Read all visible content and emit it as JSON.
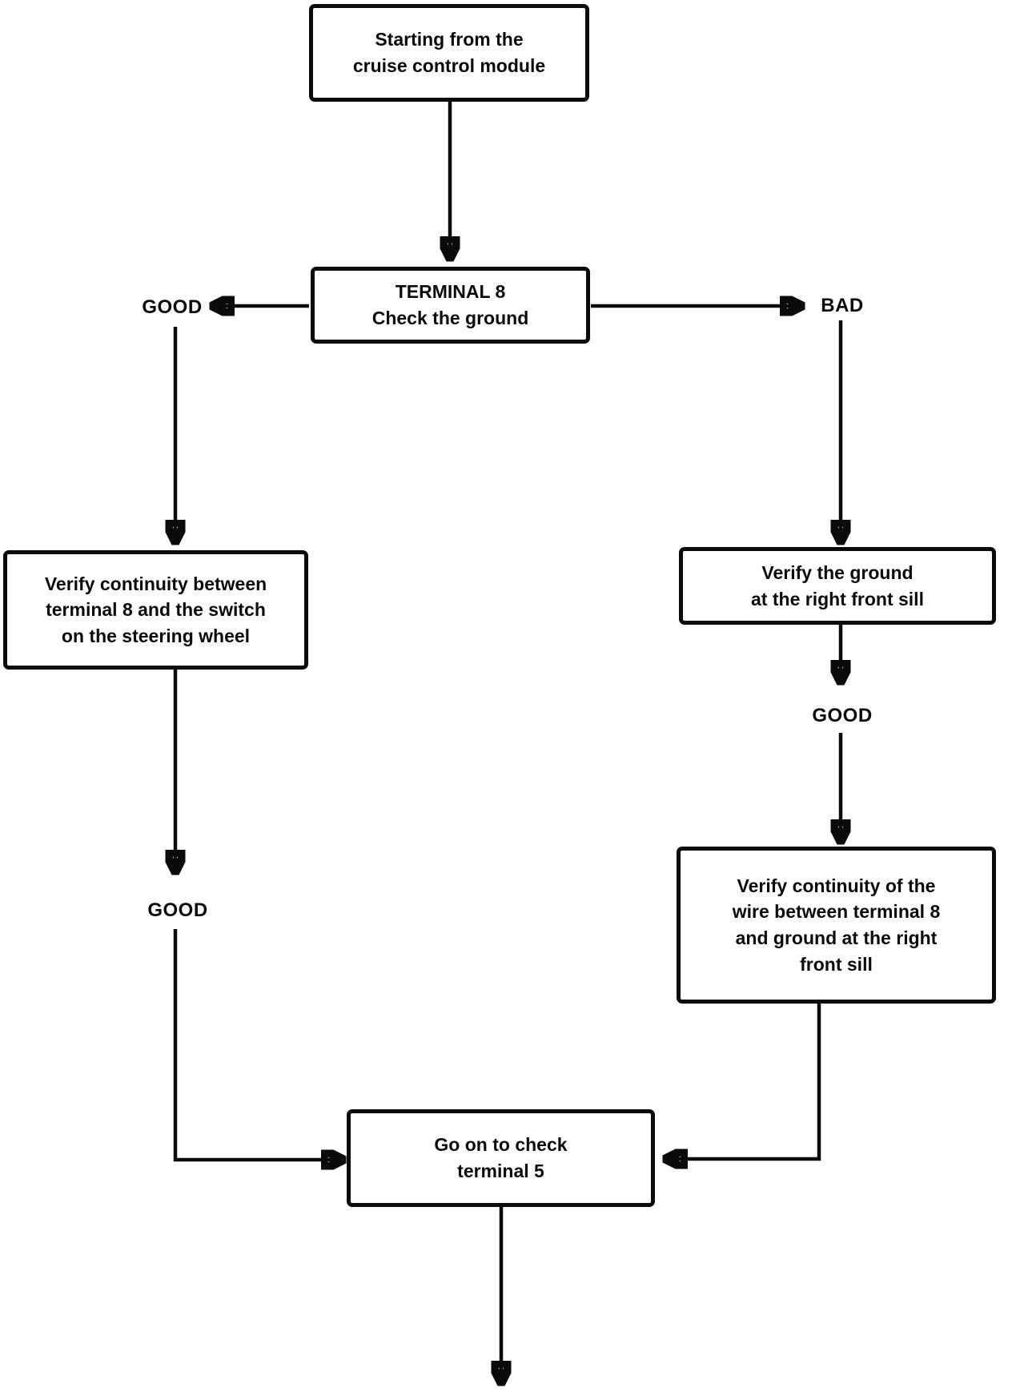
{
  "diagram": {
    "type": "flowchart",
    "colors": {
      "line": "#0b0b0b",
      "background": "#ffffff"
    },
    "nodes": {
      "start": "Starting from the\ncruise control module",
      "terminal8": "TERMINAL 8\nCheck the ground",
      "verify_switch": "Verify continuity between\nterminal 8 and the switch\non the steering wheel",
      "verify_ground": "Verify the ground\nat the right front sill",
      "verify_wire": "Verify continuity of the\nwire between terminal 8\nand ground at the right\nfront sill",
      "check_terminal5": "Go on to check\nterminal 5"
    },
    "labels": {
      "good_left": "GOOD",
      "bad": "BAD",
      "good_right": "GOOD",
      "good_left_lower": "GOOD"
    },
    "edges": [
      {
        "from": "start",
        "to": "terminal8",
        "label": ""
      },
      {
        "from": "terminal8",
        "to": "verify_switch",
        "label": "GOOD"
      },
      {
        "from": "terminal8",
        "to": "verify_ground",
        "label": "BAD"
      },
      {
        "from": "verify_ground",
        "to": "verify_wire",
        "label": "GOOD"
      },
      {
        "from": "verify_switch",
        "to": "check_terminal5",
        "label": "GOOD"
      },
      {
        "from": "verify_wire",
        "to": "check_terminal5",
        "label": ""
      },
      {
        "from": "check_terminal5",
        "to": "(continues below)",
        "label": ""
      }
    ]
  }
}
